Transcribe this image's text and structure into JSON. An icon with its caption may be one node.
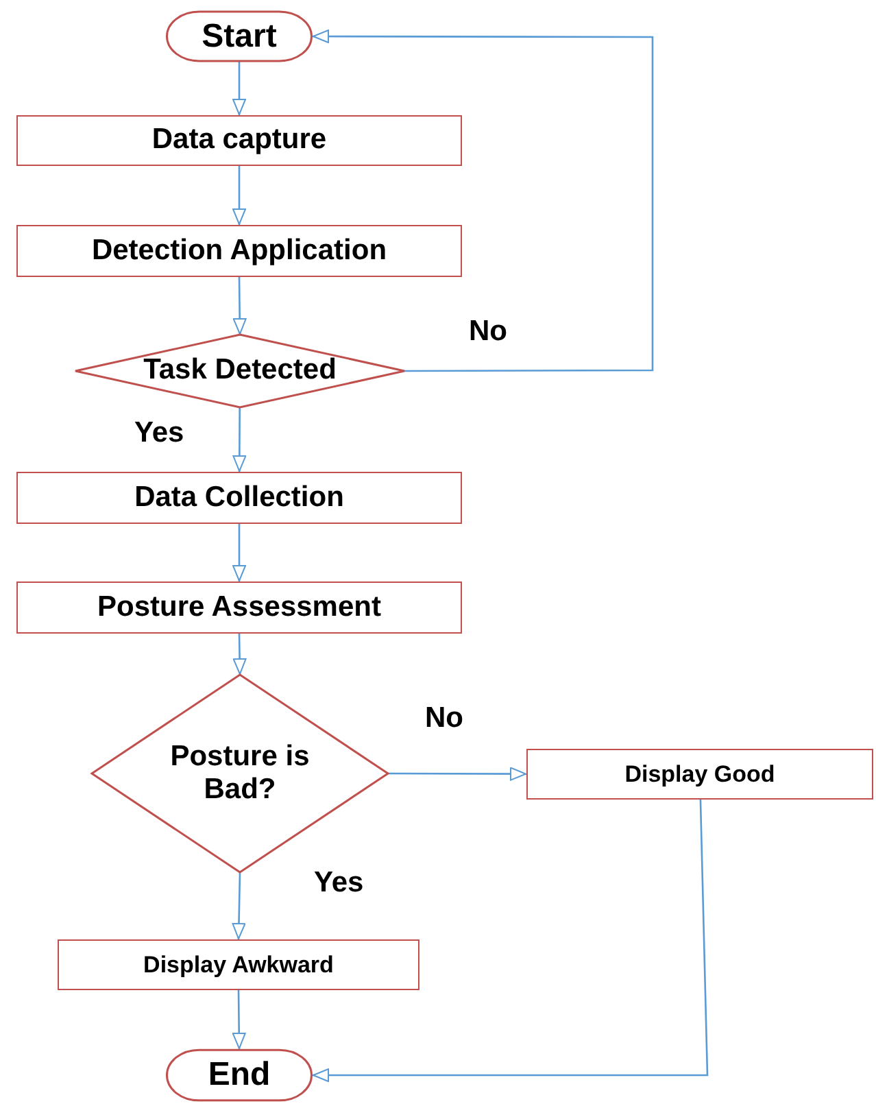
{
  "diagram": {
    "nodes": [
      {
        "text": [
          "Start"
        ]
      },
      {
        "text": [
          "Data capture"
        ]
      },
      {
        "text": [
          "Detection Application"
        ]
      },
      {
        "text": [
          "Task Detected"
        ]
      },
      {
        "text": [
          "Data Collection"
        ]
      },
      {
        "text": [
          "Posture Assessment"
        ]
      },
      {
        "text": [
          "Posture is Bad?"
        ]
      },
      {
        "text": [
          "Display Good"
        ]
      },
      {
        "text": [
          "Display Awkward"
        ]
      },
      {
        "text": [
          "End"
        ]
      }
    ],
    "edges": [
      {
        "from": 0,
        "to": 1,
        "arrow": "to"
      },
      {
        "from": 1,
        "to": 2,
        "arrow": "to"
      },
      {
        "from": 2,
        "to": 3,
        "arrow": "to"
      },
      {
        "from": 3,
        "to": 0,
        "arrow": "to",
        "label": "No"
      },
      {
        "from": 3,
        "to": 4,
        "arrow": "to",
        "label": "Yes"
      },
      {
        "from": 4,
        "to": 5,
        "arrow": "to"
      },
      {
        "from": 5,
        "to": 6,
        "arrow": "to"
      },
      {
        "from": 6,
        "to": 7,
        "arrow": "to",
        "label": "No"
      },
      {
        "from": 6,
        "to": 8,
        "arrow": "to",
        "label": "Yes"
      },
      {
        "from": 8,
        "to": 9,
        "arrow": "to"
      },
      {
        "from": 7,
        "to": 9,
        "arrow": "to"
      }
    ]
  }
}
